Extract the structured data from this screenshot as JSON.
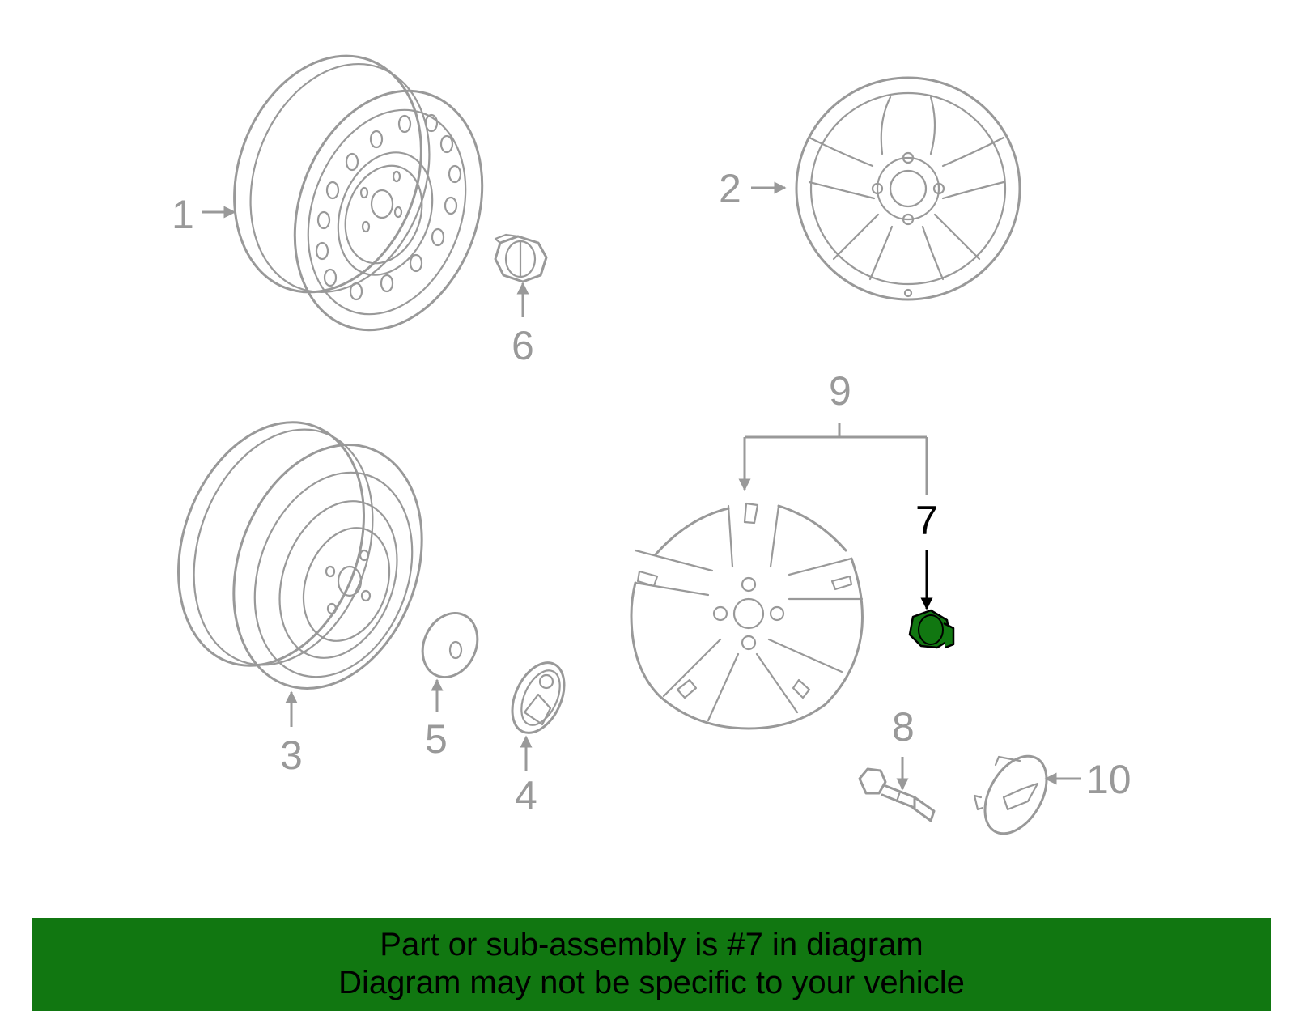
{
  "callouts": {
    "c1": "1",
    "c2": "2",
    "c3": "3",
    "c4": "4",
    "c5": "5",
    "c6": "6",
    "c7": "7",
    "c8": "8",
    "c9": "9",
    "c10": "10"
  },
  "highlight": {
    "part_number": "7",
    "color": "#117711"
  },
  "banner": {
    "line1": "Part or sub-assembly is #7 in diagram",
    "line2": "Diagram may not be specific to your vehicle"
  }
}
